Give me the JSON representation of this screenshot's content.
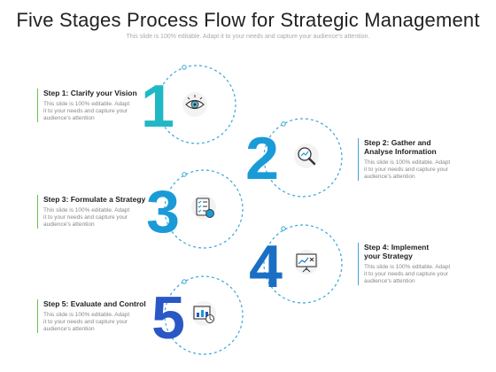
{
  "header": {
    "title": "Five Stages Process Flow for Strategic Management",
    "subtitle": "This slide is 100% editable. Adapt it to your needs and capture your audience's attention."
  },
  "steps": [
    {
      "number": "1",
      "title": "Step 1: Clarify your Vision",
      "desc": "This slide is 100% editable. Adapt it to your needs and capture your audience's attention",
      "icon": "eye-icon",
      "color": "#1fb8c4"
    },
    {
      "number": "2",
      "title": "Step 2: Gather and Analyse Information",
      "desc": "This slide is 100% editable. Adapt it to your needs and capture your audience's attention",
      "icon": "magnifier-chart-icon",
      "color": "#1a9bd7"
    },
    {
      "number": "3",
      "title": "Step 3: Formulate a Strategy",
      "desc": "This slide is 100% editable. Adapt it to your needs and capture your audience's attention",
      "icon": "checklist-icon",
      "color": "#1a9bd7"
    },
    {
      "number": "4",
      "title": "Step 4: Implement your Strategy",
      "desc": "This slide is 100% editable. Adapt it to your needs and capture your audience's attention",
      "icon": "presentation-board-icon",
      "color": "#1a6fc4"
    },
    {
      "number": "5",
      "title": "Step 5: Evaluate and Control",
      "desc": "This slide is 100% editable. Adapt it to your needs and capture your audience's attention",
      "icon": "analytics-chart-icon",
      "color": "#2a57c6"
    }
  ]
}
